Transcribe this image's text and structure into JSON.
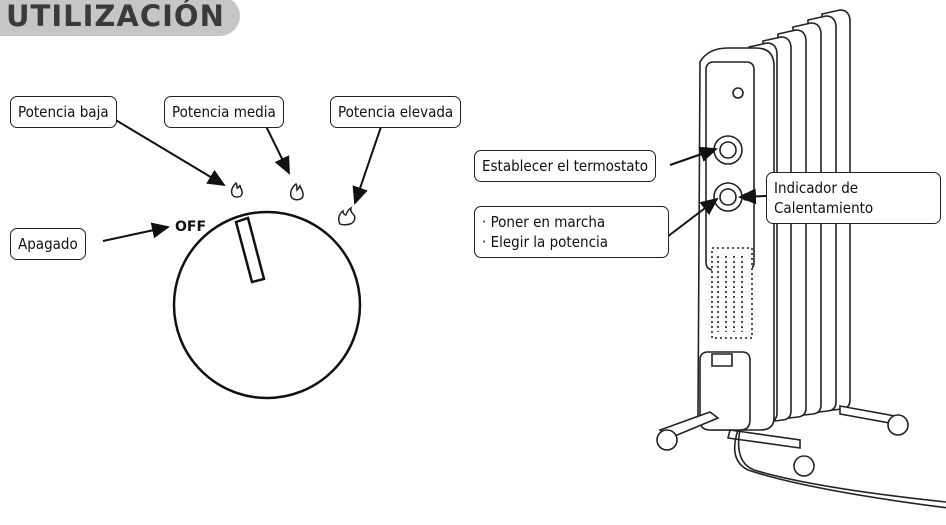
{
  "title": "UTILIZACIÓN",
  "dial": {
    "off_label": "OFF",
    "labels": {
      "low": "Potencia baja",
      "medium": "Potencia media",
      "high": "Potencia elevada",
      "off": "Apagado"
    }
  },
  "heater": {
    "labels": {
      "thermostat": "Establecer el termostato",
      "start_line1": "Poner en marcha",
      "start_line2": "Elegir la potencia",
      "indicator_line1": "Indicador de",
      "indicator_line2": "Calentamiento"
    }
  }
}
